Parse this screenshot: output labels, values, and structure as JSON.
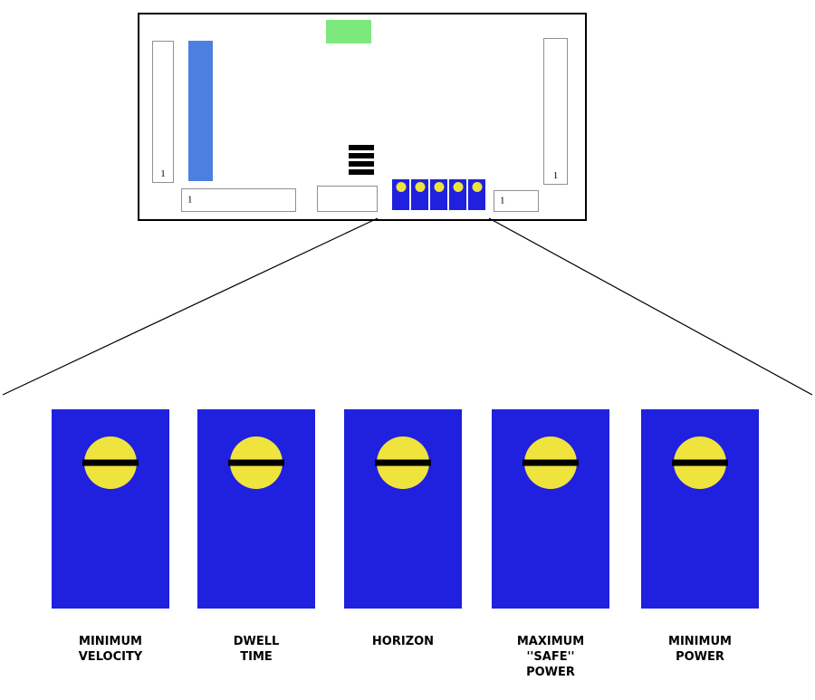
{
  "colors": {
    "trimmer_blue": "#2020df",
    "bar_blue": "#4d7fe0",
    "component_green": "#7de87d",
    "pot_yellow": "#efe33d",
    "connector_border": "#909090",
    "board_border": "#000000"
  },
  "board": {
    "pin_label": "1"
  },
  "trimmers": [
    {
      "label": "MINIMUM\nVELOCITY"
    },
    {
      "label": "DWELL\nTIME"
    },
    {
      "label": "HORIZON"
    },
    {
      "label": "MAXIMUM\n''SAFE''\nPOWER"
    },
    {
      "label": "MINIMUM\nPOWER"
    }
  ]
}
